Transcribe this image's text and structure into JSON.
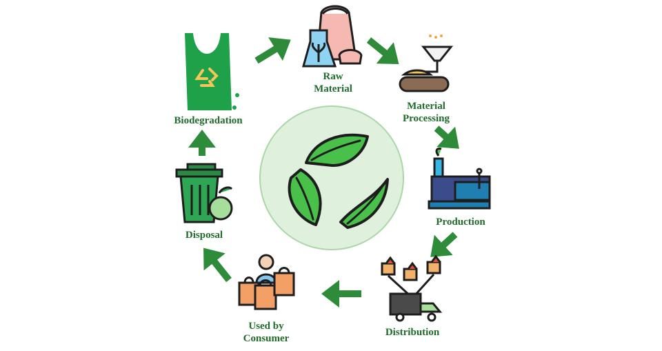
{
  "colors": {
    "arrow": "#2e8b3a",
    "label": "#1f6b2a",
    "center_fill": "#dff0dc",
    "leaf": "#49c04a",
    "leaf_dark": "#1d1d1d",
    "bag_green": "#1fa14a",
    "consumer_bag": "#f2a066"
  },
  "center": {
    "icon": "recycle-leaves-icon"
  },
  "steps": [
    {
      "id": "raw-material",
      "icon": "raw-material-icon",
      "lines": [
        "Raw",
        "Material"
      ]
    },
    {
      "id": "material-processing",
      "icon": "material-processing-icon",
      "lines": [
        "Material",
        "Processing"
      ]
    },
    {
      "id": "production",
      "icon": "factory-icon",
      "lines": [
        "Production"
      ]
    },
    {
      "id": "distribution",
      "icon": "delivery-truck-icon",
      "lines": [
        "Distribution"
      ]
    },
    {
      "id": "used-by-consumer",
      "icon": "shopping-bags-icon",
      "lines": [
        "Used by",
        "Consumer"
      ]
    },
    {
      "id": "disposal",
      "icon": "trash-bin-icon",
      "lines": [
        "Disposal"
      ]
    },
    {
      "id": "biodegradation",
      "icon": "biodegradable-bag-icon",
      "lines": [
        "Biodegradation"
      ]
    }
  ]
}
